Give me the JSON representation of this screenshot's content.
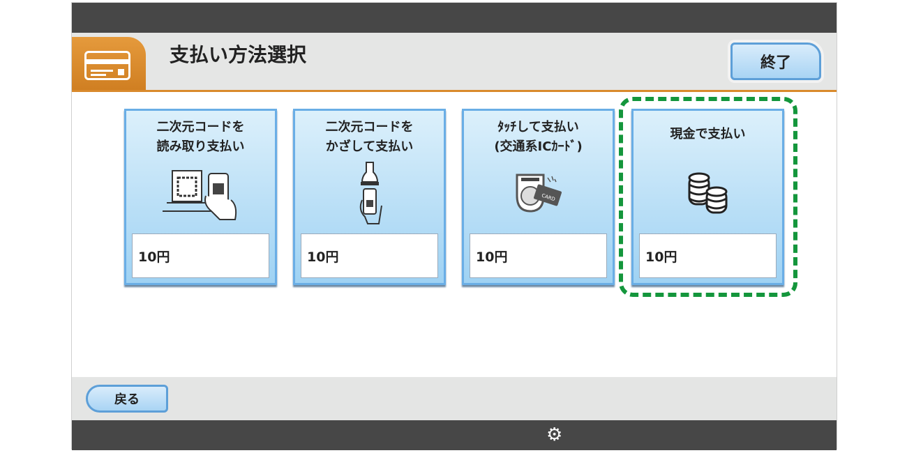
{
  "header": {
    "title": "支払い方法選択",
    "end_button": "終了",
    "tab_icon": "credit-card-icon"
  },
  "tiles": [
    {
      "label": "二次元コードを\n読み取り支払い",
      "price": "10円",
      "icon": "qr-scan-phone-icon"
    },
    {
      "label": "二次元コードを\nかざして支払い",
      "price": "10円",
      "icon": "qr-reader-phone-icon"
    },
    {
      "label": "ﾀｯﾁして支払い\n(交通系ICｶｰﾄﾞ)",
      "price": "10円",
      "icon": "ic-card-touch-icon"
    },
    {
      "label": "現金で支払い",
      "price": "10円",
      "icon": "coins-icon"
    }
  ],
  "footer": {
    "back_button": "戻る",
    "settings_icon": "gear-icon"
  },
  "colors": {
    "accent": "#d98a2c",
    "tile": "#9fd2f3",
    "highlight": "#14963c"
  }
}
